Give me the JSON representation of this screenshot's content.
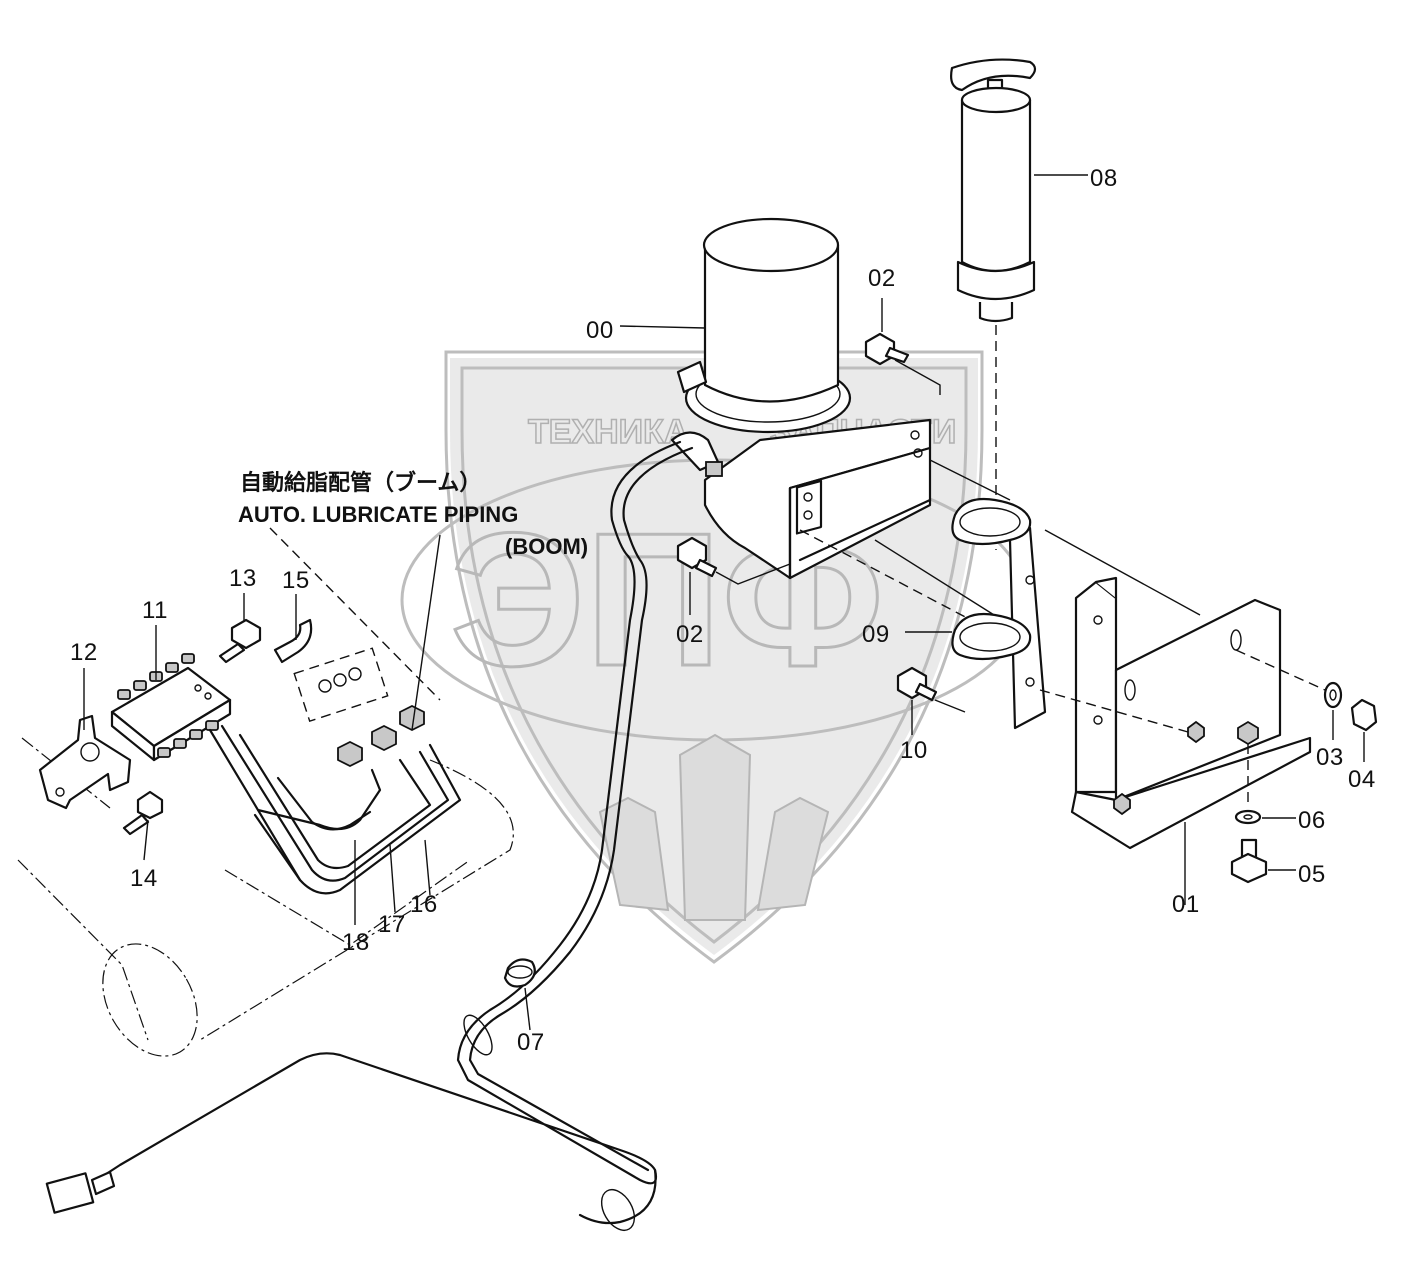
{
  "watermark": {
    "top_text": "ТЕХНИКА",
    "top_text_right": "ЗАПЧАСТИ",
    "big_text": "ЭПФ"
  },
  "note": {
    "line1": "自動給脂配管（ブーム）",
    "line2": "AUTO. LUBRICATE PIPING",
    "line3": "(BOOM)"
  },
  "part_labels": {
    "p00": "00",
    "p01": "01",
    "p02a": "02",
    "p02b": "02",
    "p03": "03",
    "p04": "04",
    "p05": "05",
    "p06": "06",
    "p07": "07",
    "p08": "08",
    "p09": "09",
    "p10": "10",
    "p11": "11",
    "p12": "12",
    "p13": "13",
    "p14": "14",
    "p15": "15",
    "p16": "16",
    "p17": "17",
    "p18": "18"
  }
}
